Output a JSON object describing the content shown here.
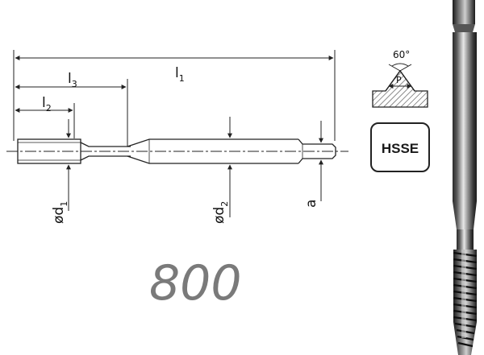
{
  "dimensions": {
    "l1": {
      "main": "l",
      "sub": "1"
    },
    "l3": {
      "main": "l",
      "sub": "3"
    },
    "l2": {
      "main": "l",
      "sub": "2"
    },
    "d1": {
      "main": "ød",
      "sub": "1"
    },
    "d2": {
      "main": "ød",
      "sub": "2"
    },
    "a": "a"
  },
  "thread_profile": {
    "angle": "60°",
    "pitch": "P"
  },
  "material_badge": "HSSE",
  "model_number": "800",
  "colors": {
    "line": "#222222",
    "model_text": "#7a7a7a",
    "hatch": "#444444"
  }
}
